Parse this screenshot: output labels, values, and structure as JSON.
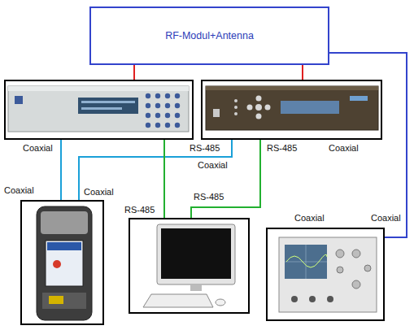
{
  "diagram": {
    "nodes": [
      {
        "text": [
          "RF-Modul+Antenna"
        ]
      },
      {
        "text": []
      },
      {
        "text": []
      },
      {
        "text": []
      },
      {
        "text": []
      },
      {
        "text": []
      }
    ],
    "edges": [
      {
        "from": 0,
        "to": 1,
        "arrow": "none"
      },
      {
        "from": 0,
        "to": 2,
        "arrow": "none"
      },
      {
        "from": 0,
        "to": 5,
        "label": "Coaxial",
        "arrow": "none"
      },
      {
        "from": 1,
        "to": 3,
        "label": "Coaxial",
        "arrow": "none"
      },
      {
        "from": 2,
        "to": 3,
        "label": "Coaxial",
        "arrow": "none"
      },
      {
        "from": 1,
        "to": 4,
        "label": "RS-485",
        "arrow": "none"
      },
      {
        "from": 2,
        "to": 4,
        "label": "RS-485",
        "arrow": "none"
      }
    ],
    "labels": [
      "Coaxial",
      "Coaxial",
      "Coaxial",
      "Coaxial",
      "RS-485",
      "RS-485"
    ]
  }
}
